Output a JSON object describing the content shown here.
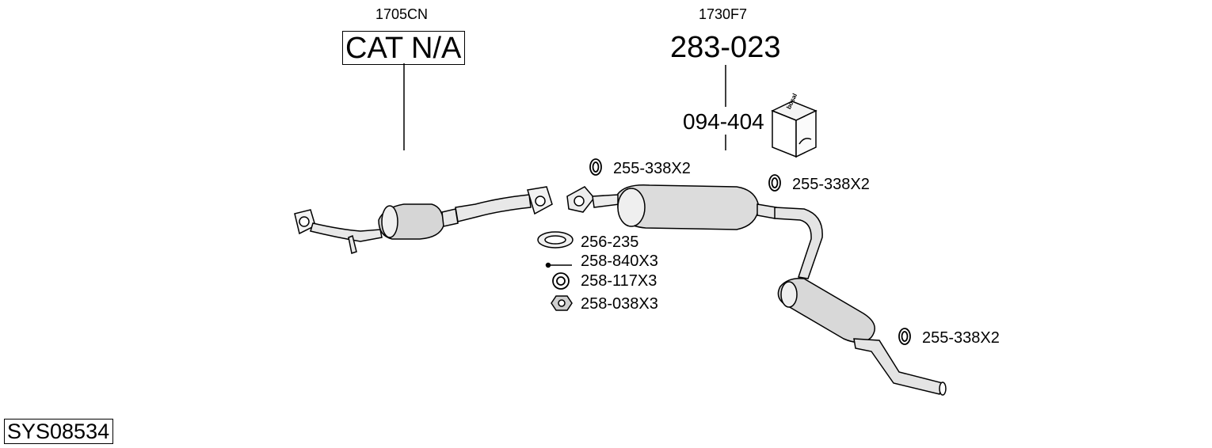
{
  "catalyst": {
    "ref": "1705CN",
    "part": "CAT N/A"
  },
  "center_silencer": {
    "ref": "1730F7",
    "part": "283-023",
    "mounting_kit": "094-404",
    "kit_box_brand": "bosal"
  },
  "parts": {
    "gasket_front": "255-338X2",
    "gasket_mid": "255-338X2",
    "gasket_rear": "255-338X2",
    "flange_gasket": "256-235",
    "bolt": "258-840X3",
    "spring": "258-117X3",
    "nut": "258-038X3"
  },
  "system_id": "SYS08534"
}
